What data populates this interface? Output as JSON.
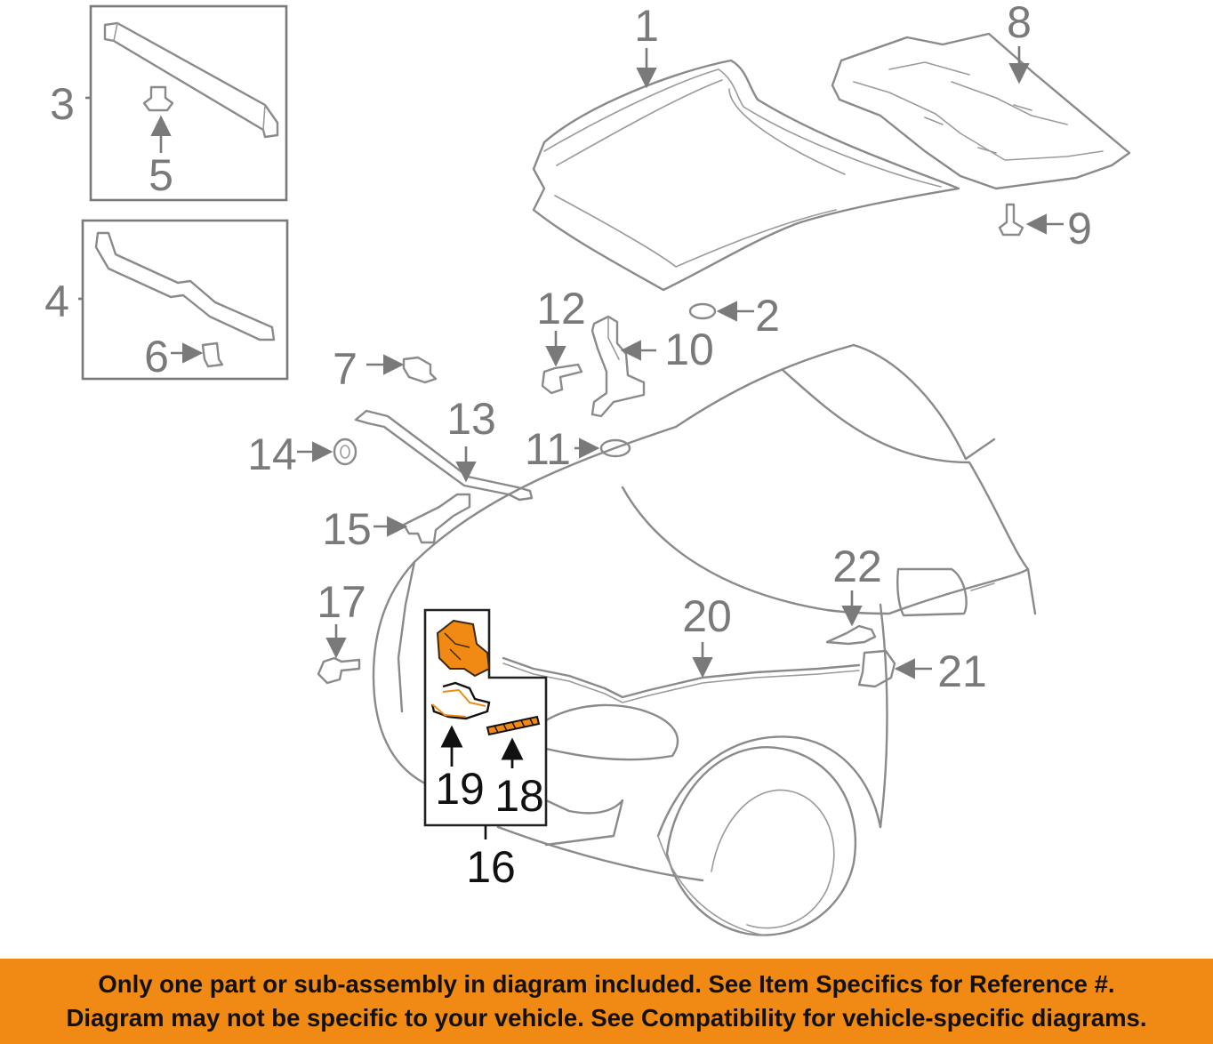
{
  "callouts": {
    "c1": "1",
    "c2": "2",
    "c3": "3",
    "c4": "4",
    "c5": "5",
    "c6": "6",
    "c7": "7",
    "c8": "8",
    "c9": "9",
    "c10": "10",
    "c11": "11",
    "c12": "12",
    "c13": "13",
    "c14": "14",
    "c15": "15",
    "c16": "16",
    "c17": "17",
    "c18": "18",
    "c19": "19",
    "c20": "20",
    "c21": "21",
    "c22": "22"
  },
  "banner": {
    "line1": "Only one part or sub-assembly in diagram included. See Item Specifics for Reference #.",
    "line2": "Diagram may not be specific to your vehicle. See Compatibility for vehicle-specific diagrams."
  },
  "colors": {
    "banner": "#f08a14",
    "highlight_part": "#f08a14",
    "line_art": "#8a8a8a",
    "highlight_callouts": "#111111"
  }
}
